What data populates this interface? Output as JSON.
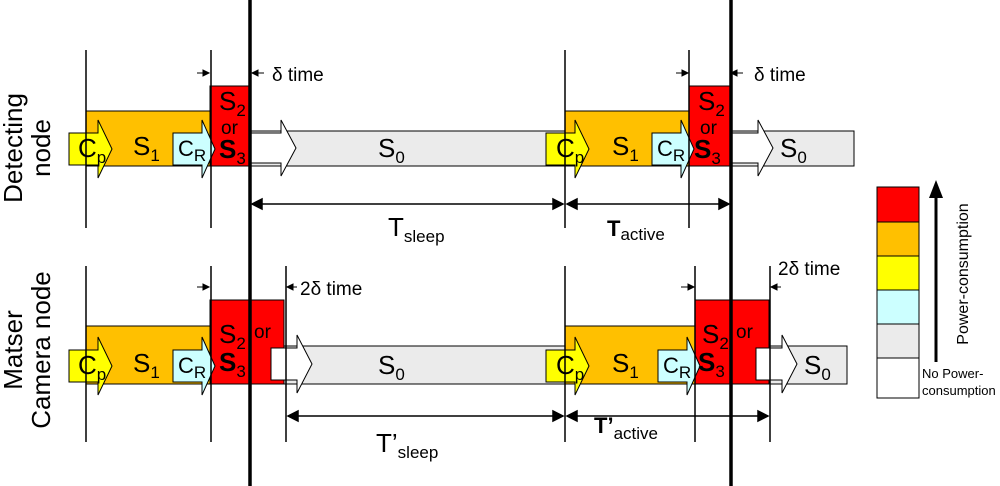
{
  "rows": {
    "detecting_label": [
      "Detecting",
      "node"
    ],
    "master_label": [
      "Matser",
      "Camera  node"
    ]
  },
  "states": {
    "cp": {
      "main": "C",
      "sub": "p"
    },
    "cr": {
      "main": "C",
      "sub": "R"
    },
    "s1": {
      "main": "S",
      "sub": "1"
    },
    "s0": {
      "main": "S",
      "sub": "0"
    },
    "s2": {
      "main": "S",
      "sub": "2"
    },
    "or": "or",
    "s3": {
      "main": "S",
      "sub": "3"
    }
  },
  "timing": {
    "delta_time": "δ time",
    "two_delta_time": "2δ time",
    "t_sleep": {
      "main": "T",
      "sub": "sleep"
    },
    "t_active": {
      "main": "T",
      "sub": "active"
    },
    "tp_sleep": {
      "main": "T’",
      "sub": "sleep"
    },
    "tp_active": {
      "main": "T’",
      "sub": "active"
    }
  },
  "legend": {
    "axis_label": "Power-consumption",
    "none_label": [
      "No Power-",
      "consumption"
    ],
    "colors": [
      "#ff0000",
      "#ffc000",
      "#ffff00",
      "#ccffff",
      "#ebebeb",
      "#ffffff"
    ]
  },
  "colors": {
    "sleep": "#ebebeb",
    "s1": "#ffc000",
    "cp": "#ffff00",
    "cr": "#ccffff",
    "s23": "#ff0000",
    "arrow": "#ffffff"
  }
}
